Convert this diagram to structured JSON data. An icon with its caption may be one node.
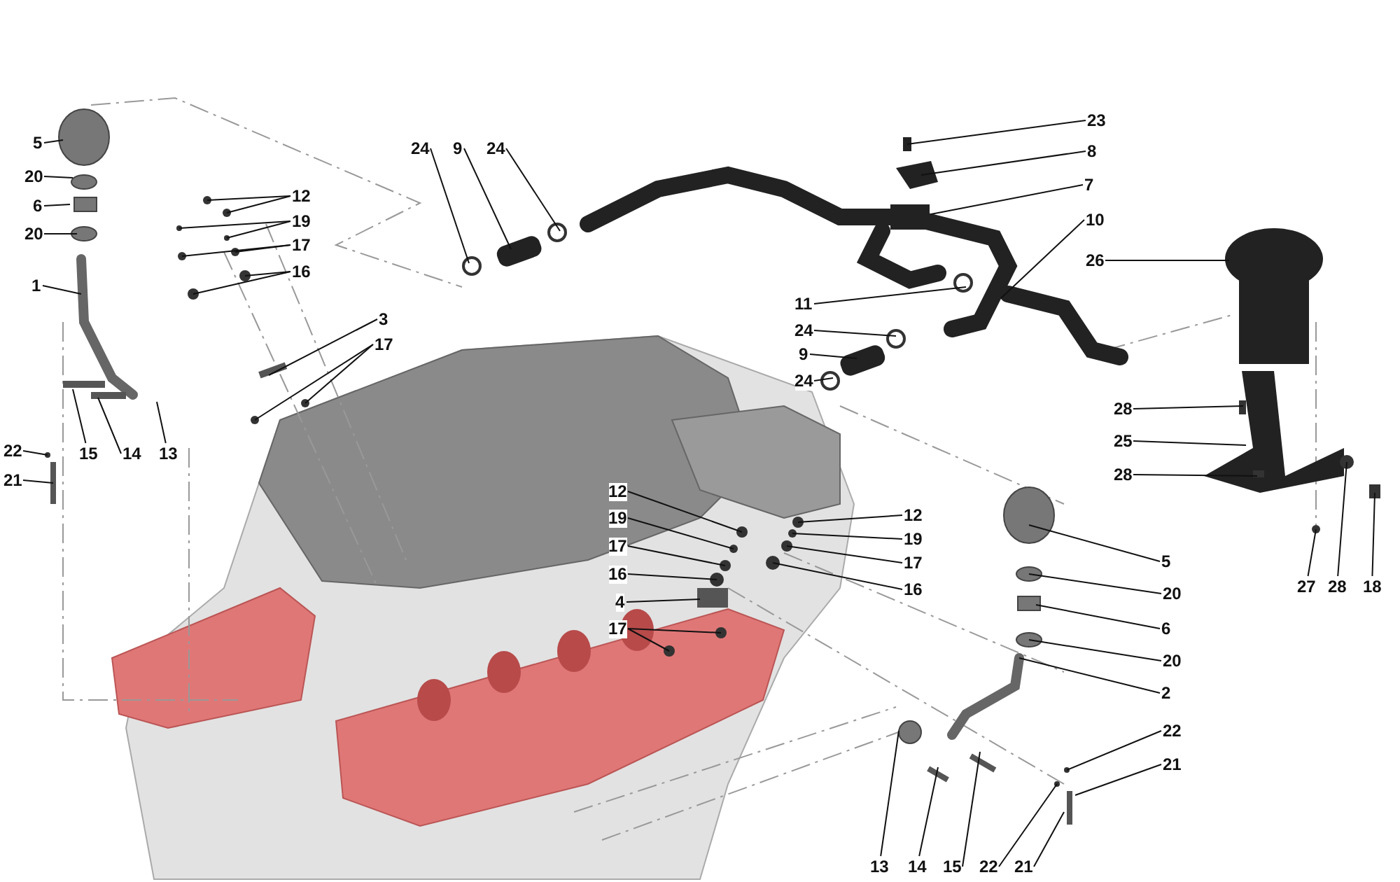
{
  "diagram": {
    "nodes": [
      {
        "text": [
          "5"
        ]
      },
      {
        "text": [
          "20"
        ]
      },
      {
        "text": [
          "6"
        ]
      },
      {
        "text": [
          "20"
        ]
      },
      {
        "text": [
          "1"
        ]
      },
      {
        "text": [
          "12"
        ]
      },
      {
        "text": [
          "19"
        ]
      },
      {
        "text": [
          "17"
        ]
      },
      {
        "text": [
          "16"
        ]
      },
      {
        "text": [
          "3"
        ]
      },
      {
        "text": [
          "17"
        ]
      },
      {
        "text": [
          "22"
        ]
      },
      {
        "text": [
          "21"
        ]
      },
      {
        "text": [
          "15"
        ]
      },
      {
        "text": [
          "14"
        ]
      },
      {
        "text": [
          "13"
        ]
      },
      {
        "text": [
          "24"
        ]
      },
      {
        "text": [
          "9"
        ]
      },
      {
        "text": [
          "24"
        ]
      },
      {
        "text": [
          "23"
        ]
      },
      {
        "text": [
          "8"
        ]
      },
      {
        "text": [
          "7"
        ]
      },
      {
        "text": [
          "10"
        ]
      },
      {
        "text": [
          "26"
        ]
      },
      {
        "text": [
          "11"
        ]
      },
      {
        "text": [
          "24"
        ]
      },
      {
        "text": [
          "9"
        ]
      },
      {
        "text": [
          "24"
        ]
      },
      {
        "text": [
          "28"
        ]
      },
      {
        "text": [
          "25"
        ]
      },
      {
        "text": [
          "28"
        ]
      },
      {
        "text": [
          "12"
        ]
      },
      {
        "text": [
          "19"
        ]
      },
      {
        "text": [
          "17"
        ]
      },
      {
        "text": [
          "16"
        ]
      },
      {
        "text": [
          "4"
        ]
      },
      {
        "text": [
          "17"
        ]
      },
      {
        "text": [
          "12"
        ]
      },
      {
        "text": [
          "19"
        ]
      },
      {
        "text": [
          "17"
        ]
      },
      {
        "text": [
          "16"
        ]
      },
      {
        "text": [
          "5"
        ]
      },
      {
        "text": [
          "20"
        ]
      },
      {
        "text": [
          "6"
        ]
      },
      {
        "text": [
          "20"
        ]
      },
      {
        "text": [
          "2"
        ]
      },
      {
        "text": [
          "22"
        ]
      },
      {
        "text": [
          "21"
        ]
      },
      {
        "text": [
          "27"
        ]
      },
      {
        "text": [
          "28"
        ]
      },
      {
        "text": [
          "18"
        ]
      },
      {
        "text": [
          "13"
        ]
      },
      {
        "text": [
          "14"
        ]
      },
      {
        "text": [
          "15"
        ]
      },
      {
        "text": [
          "22"
        ]
      },
      {
        "text": [
          "21"
        ]
      }
    ],
    "edges": [
      {
        "from": 0,
        "to": null,
        "arrow": "none"
      },
      {
        "from": 1,
        "to": null,
        "arrow": "none"
      },
      {
        "from": 2,
        "to": null,
        "arrow": "none"
      },
      {
        "from": 3,
        "to": null,
        "arrow": "none"
      },
      {
        "from": 4,
        "to": null,
        "arrow": "none"
      },
      {
        "from": 5,
        "to": null,
        "arrow": "none"
      },
      {
        "from": 5,
        "to": null,
        "arrow": "none"
      },
      {
        "from": 6,
        "to": null,
        "arrow": "none"
      },
      {
        "from": 6,
        "to": null,
        "arrow": "none"
      },
      {
        "from": 7,
        "to": null,
        "arrow": "none"
      },
      {
        "from": 7,
        "to": null,
        "arrow": "none"
      },
      {
        "from": 8,
        "to": null,
        "arrow": "none"
      },
      {
        "from": 8,
        "to": null,
        "arrow": "none"
      },
      {
        "from": 9,
        "to": null,
        "arrow": "none"
      },
      {
        "from": 10,
        "to": null,
        "arrow": "none"
      },
      {
        "from": 10,
        "to": null,
        "arrow": "none"
      },
      {
        "from": 11,
        "to": null,
        "arrow": "none"
      },
      {
        "from": 12,
        "to": null,
        "arrow": "none"
      },
      {
        "from": 13,
        "to": null,
        "arrow": "none"
      },
      {
        "from": 14,
        "to": null,
        "arrow": "none"
      },
      {
        "from": 15,
        "to": null,
        "arrow": "none"
      },
      {
        "from": 16,
        "to": null,
        "arrow": "none"
      },
      {
        "from": 17,
        "to": null,
        "arrow": "none"
      },
      {
        "from": 18,
        "to": null,
        "arrow": "none"
      },
      {
        "from": 19,
        "to": null,
        "arrow": "none"
      },
      {
        "from": 20,
        "to": null,
        "arrow": "none"
      },
      {
        "from": 21,
        "to": null,
        "arrow": "none"
      },
      {
        "from": 22,
        "to": null,
        "arrow": "none"
      },
      {
        "from": 23,
        "to": null,
        "arrow": "none"
      },
      {
        "from": 24,
        "to": null,
        "arrow": "none"
      },
      {
        "from": 25,
        "to": null,
        "arrow": "none"
      },
      {
        "from": 26,
        "to": null,
        "arrow": "none"
      },
      {
        "from": 27,
        "to": null,
        "arrow": "none"
      },
      {
        "from": 28,
        "to": null,
        "arrow": "none"
      },
      {
        "from": 29,
        "to": null,
        "arrow": "none"
      },
      {
        "from": 30,
        "to": null,
        "arrow": "none"
      },
      {
        "from": 31,
        "to": null,
        "arrow": "none"
      },
      {
        "from": 32,
        "to": null,
        "arrow": "none"
      },
      {
        "from": 33,
        "to": null,
        "arrow": "none"
      },
      {
        "from": 34,
        "to": null,
        "arrow": "none"
      },
      {
        "from": 35,
        "to": null,
        "arrow": "none"
      },
      {
        "from": 36,
        "to": null,
        "arrow": "none"
      },
      {
        "from": 36,
        "to": null,
        "arrow": "none"
      },
      {
        "from": 37,
        "to": null,
        "arrow": "none"
      },
      {
        "from": 38,
        "to": null,
        "arrow": "none"
      },
      {
        "from": 39,
        "to": null,
        "arrow": "none"
      },
      {
        "from": 40,
        "to": null,
        "arrow": "none"
      },
      {
        "from": 41,
        "to": null,
        "arrow": "none"
      },
      {
        "from": 42,
        "to": null,
        "arrow": "none"
      },
      {
        "from": 43,
        "to": null,
        "arrow": "none"
      },
      {
        "from": 44,
        "to": null,
        "arrow": "none"
      },
      {
        "from": 45,
        "to": null,
        "arrow": "none"
      },
      {
        "from": 46,
        "to": null,
        "arrow": "none"
      },
      {
        "from": 47,
        "to": null,
        "arrow": "none"
      },
      {
        "from": 48,
        "to": null,
        "arrow": "none"
      },
      {
        "from": 49,
        "to": null,
        "arrow": "none"
      },
      {
        "from": 50,
        "to": null,
        "arrow": "none"
      },
      {
        "from": 51,
        "to": null,
        "arrow": "none"
      },
      {
        "from": 52,
        "to": null,
        "arrow": "none"
      },
      {
        "from": 53,
        "to": null,
        "arrow": "none"
      },
      {
        "from": 54,
        "to": null,
        "arrow": "none"
      },
      {
        "from": 55,
        "to": null,
        "arrow": "none"
      }
    ]
  }
}
